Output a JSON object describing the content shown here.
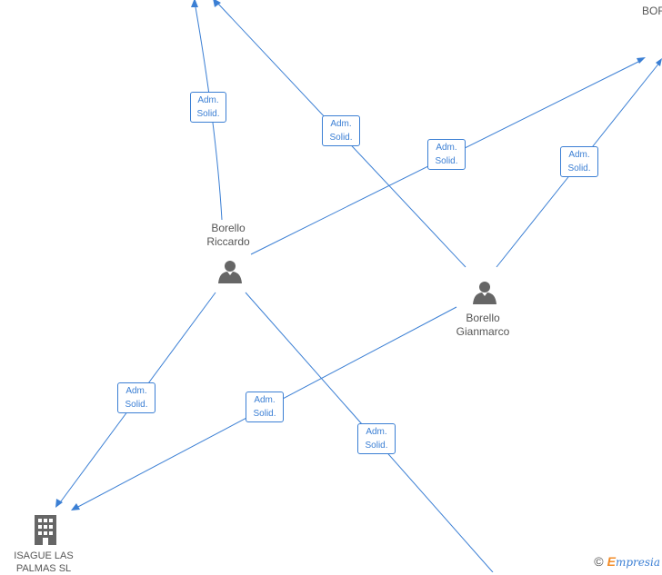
{
  "nodes": {
    "riccardo": {
      "line1": "Borello",
      "line2": "Riccardo"
    },
    "gianmarco": {
      "line1": "Borello",
      "line2": "Gianmarco"
    },
    "isague": {
      "line1": "ISAGUE LAS",
      "line2": "PALMAS SL"
    },
    "top_right": {
      "line1": "BOR"
    }
  },
  "edge_labels": [
    {
      "line1": "Adm.",
      "line2": "Solid."
    },
    {
      "line1": "Adm.",
      "line2": "Solid."
    },
    {
      "line1": "Adm.",
      "line2": "Solid."
    },
    {
      "line1": "Adm.",
      "line2": "Solid."
    },
    {
      "line1": "Adm.",
      "line2": "Solid."
    },
    {
      "line1": "Adm.",
      "line2": "Solid."
    },
    {
      "line1": "Adm.",
      "line2": "Solid."
    }
  ],
  "footer": {
    "copyright": "©",
    "brand_e": "E",
    "brand_rest": "mpresia"
  },
  "colors": {
    "edge": "#3b7fd4",
    "icon": "#666666",
    "text": "#555555",
    "brand_accent": "#f28c28"
  }
}
